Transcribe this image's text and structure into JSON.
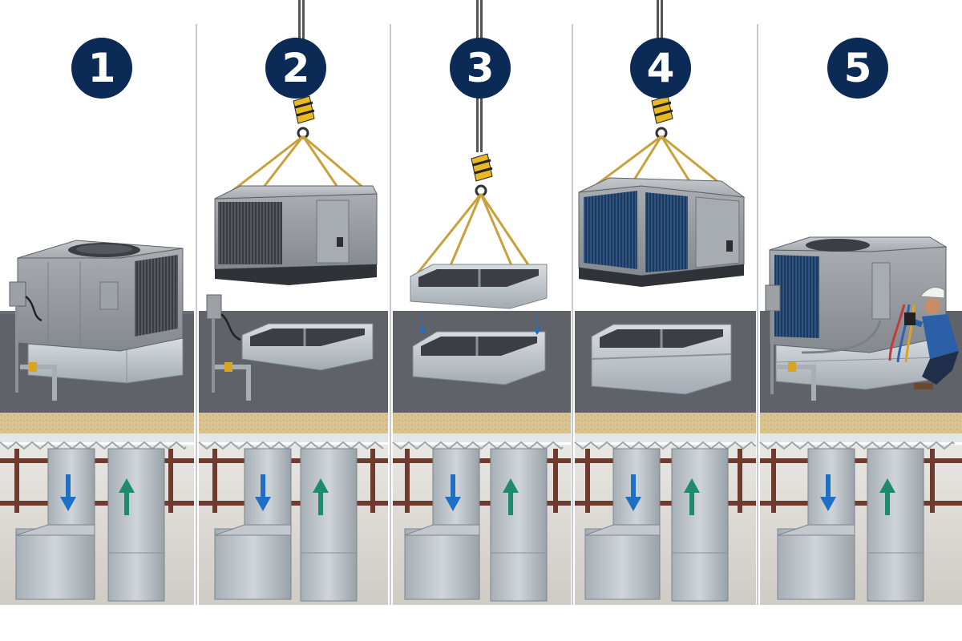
{
  "steps": [
    {
      "number": "1"
    },
    {
      "number": "2"
    },
    {
      "number": "3"
    },
    {
      "number": "4"
    },
    {
      "number": "5"
    }
  ],
  "colors": {
    "badge": "#0b2a55",
    "badge_text": "#ffffff",
    "roof_membrane": "#5f6268",
    "insulation": "#d9c48f",
    "galvanized": "#b9c0c6",
    "supply_arrow": "#1f6fc4",
    "return_arrow": "#1f8a6e",
    "lifting_strap": "#c9a13a",
    "steel_beam": "#6e3b2e",
    "coil_blue": "#1f3d63"
  },
  "icons": {
    "supply": "arrow-down-icon",
    "return": "arrow-up-icon",
    "hook": "crane-hook-icon"
  }
}
